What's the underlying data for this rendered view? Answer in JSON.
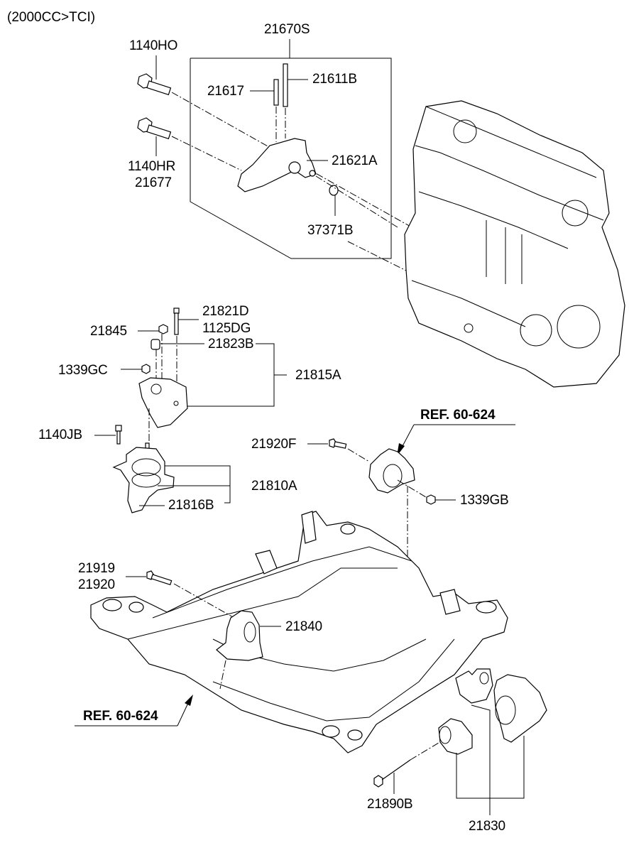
{
  "diagram": {
    "title": "(2000CC>TCI)",
    "references": [
      {
        "id": "ref-upper",
        "text": "REF. 60-624"
      },
      {
        "id": "ref-lower",
        "text": "REF. 60-624"
      }
    ],
    "part_labels": {
      "p1140HO": "1140HO",
      "p21670S": "21670S",
      "p21611B": "21611B",
      "p21617": "21617",
      "p1140HR": "1140HR",
      "p21677": "21677",
      "p21621A": "21621A",
      "p37371B": "37371B",
      "p21821D": "21821D",
      "p1125DG": "1125DG",
      "p21845": "21845",
      "p21823B": "21823B",
      "p1339GC": "1339GC",
      "p21815A": "21815A",
      "p1140JB": "1140JB",
      "p21810A": "21810A",
      "p21816B": "21816B",
      "p21920F": "21920F",
      "p1339GB": "1339GB",
      "p21919": "21919",
      "p21920": "21920",
      "p21840": "21840",
      "p21890B": "21890B",
      "p21830": "21830"
    },
    "components": [
      "engine-assembly",
      "engine-mounting-bracket",
      "transmission-mount-bracket",
      "engine-mount-insulator",
      "transmission-mount",
      "front-subframe",
      "roll-rod-mount",
      "rear-roll-stopper"
    ]
  }
}
